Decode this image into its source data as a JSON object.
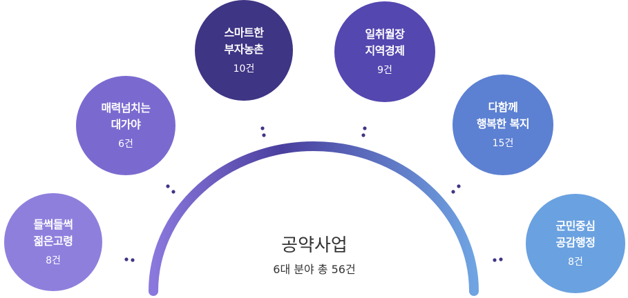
{
  "center": {
    "title": "공약사업",
    "subtitle": "6대 분야 총 56건"
  },
  "colors": {
    "arc_start": "#8b78dd",
    "arc_mid": "#4a3f9e",
    "arc_end": "#6fa3e2"
  },
  "bubbles": [
    {
      "line1": "들썩들썩",
      "line2": "젊은고령",
      "count": "8건",
      "color": "#8f7fdd"
    },
    {
      "line1": "매력넘치는",
      "line2": "대가야",
      "count": "6건",
      "color": "#7a6ad0"
    },
    {
      "line1": "스마트한",
      "line2": "부자농촌",
      "count": "10건",
      "color": "#3f3585"
    },
    {
      "line1": "일취월장",
      "line2": "지역경제",
      "count": "9건",
      "color": "#5447b0"
    },
    {
      "line1": "다함께",
      "line2": "행복한 복지",
      "count": "15건",
      "color": "#5c80d2"
    },
    {
      "line1": "군민중심",
      "line2": "공감행정",
      "count": "8건",
      "color": "#6aa1e0"
    }
  ]
}
